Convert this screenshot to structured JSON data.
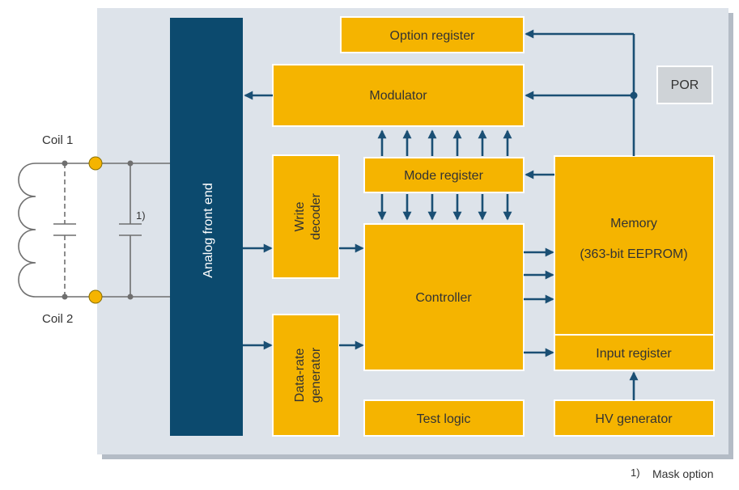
{
  "colors": {
    "panel": "#dde3ea",
    "panel_shadow": "#b4bcc6",
    "block": "#f5b400",
    "block_border": "#ffffff",
    "afe": "#0c4a6e",
    "arrow": "#1a4f74",
    "por": "#cfd3d7",
    "wire": "#6f6f6f",
    "pin": "#f5b400",
    "text": "#333333"
  },
  "coils": {
    "coil1_label": "Coil 1",
    "coil2_label": "Coil 2",
    "mask_marker": "1)"
  },
  "blocks": {
    "analog_front_end": "Analog front end",
    "option_register": "Option register",
    "modulator": "Modulator",
    "por": "POR",
    "write_decoder_line1": "Write",
    "write_decoder_line2": "decoder",
    "mode_register": "Mode register",
    "memory_line1": "Memory",
    "memory_line2": "(363-bit EEPROM)",
    "controller": "Controller",
    "input_register": "Input register",
    "data_rate_line1": "Data-rate",
    "data_rate_line2": "generator",
    "test_logic": "Test logic",
    "hv_generator": "HV generator"
  },
  "footnote": {
    "marker": "1)",
    "text": "Mask option"
  }
}
